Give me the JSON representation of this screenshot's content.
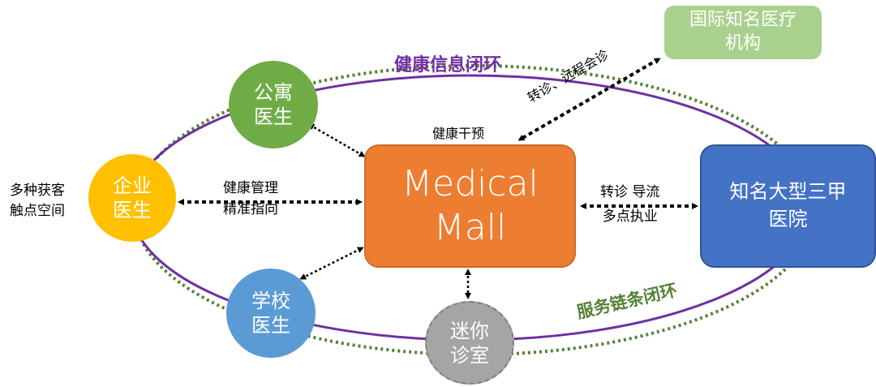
{
  "nodes": {
    "apartment_doctor": "公寓\n医生",
    "enterprise_doctor": "企业\n医生",
    "school_doctor": "学校\n医生",
    "mini_clinic": "迷你\n诊室",
    "medical_mall": "Medical\nMall",
    "top_hospital": "知名大型三甲\n医院",
    "intl_institution": "国际知名医疗\n机构"
  },
  "labels": {
    "multi_touchpoints": "多种获客\n触点空间",
    "health_management": "健康管理\n精准指向",
    "health_intervention": "健康干预",
    "referral_diversion": "转诊 导流\n多点执业",
    "referral_remote": "转诊、远程会诊",
    "health_info_loop": "健康信息闭环",
    "service_chain_loop": "服务链条闭环"
  },
  "colors": {
    "apartment": "#6fac46",
    "enterprise": "#fec000",
    "school": "#5b9bd5",
    "mini_clinic": "#a5a5a5",
    "medical_mall": "#ed7d31",
    "top_hospital": "#4472c4",
    "intl_institution": "#a9d18e",
    "info_loop": "#7030a0",
    "service_loop": "#548235"
  }
}
